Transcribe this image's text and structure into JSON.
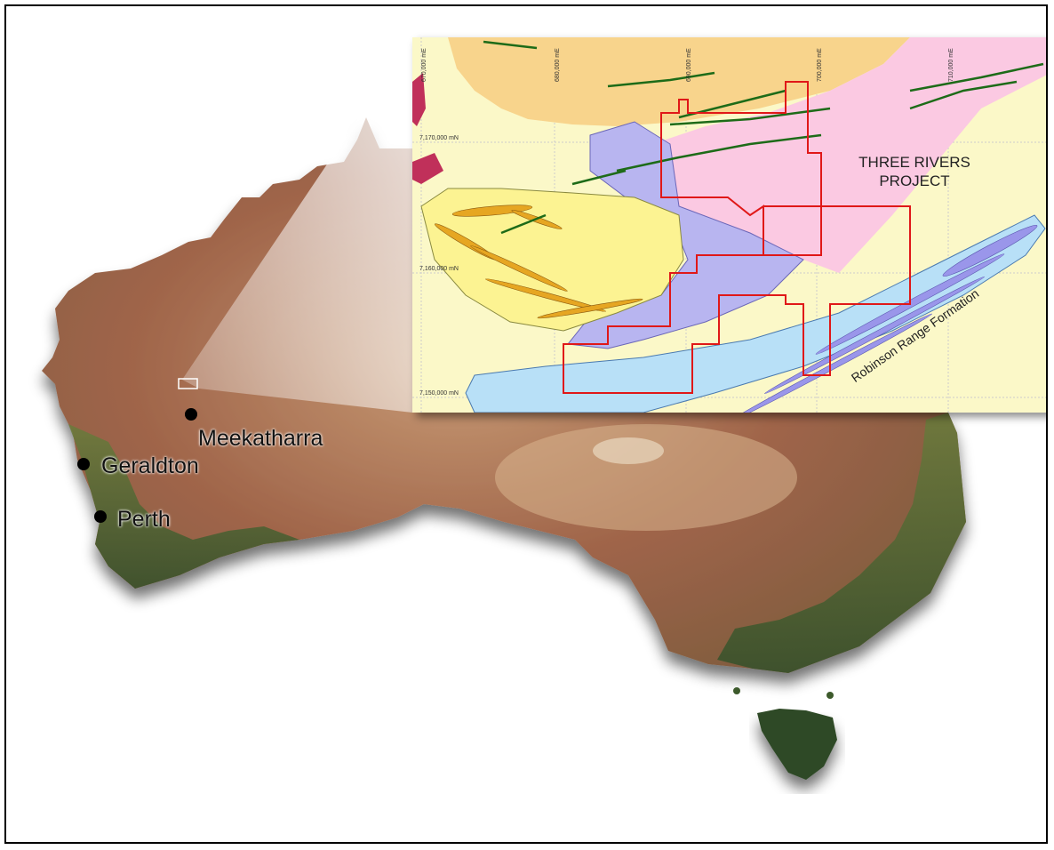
{
  "map": {
    "colors": {
      "desert": "#a0654a",
      "coast_green": "#4f6e33",
      "inset_background": "#fbf8c8",
      "granite_orange": "#f8d48c",
      "pink_unit": "#fbc9e2",
      "purple_unit": "#b8b5f0",
      "yellow_unit": "#fcf392",
      "orange_lenses": "#e6a622",
      "blue_unit": "#b8e0f7",
      "tenement_outline": "#e01818",
      "dykes": "#1d6b18",
      "grid": "#cccccc"
    },
    "towns": [
      {
        "name": "Meekatharra"
      },
      {
        "name": "Geraldton"
      },
      {
        "name": "Perth"
      }
    ],
    "inset": {
      "project_label_line1": "THREE RIVERS",
      "project_label_line2": "PROJECT",
      "formation_label": "Robinson Range Formation",
      "easting_labels": [
        "670,000 mE",
        "680,000 mE",
        "690,000 mE",
        "700,000 mE",
        "710,000 mE"
      ],
      "northing_labels": [
        "7,170,000 mN",
        "7,160,000 mN",
        "7,150,000 mN"
      ]
    }
  }
}
